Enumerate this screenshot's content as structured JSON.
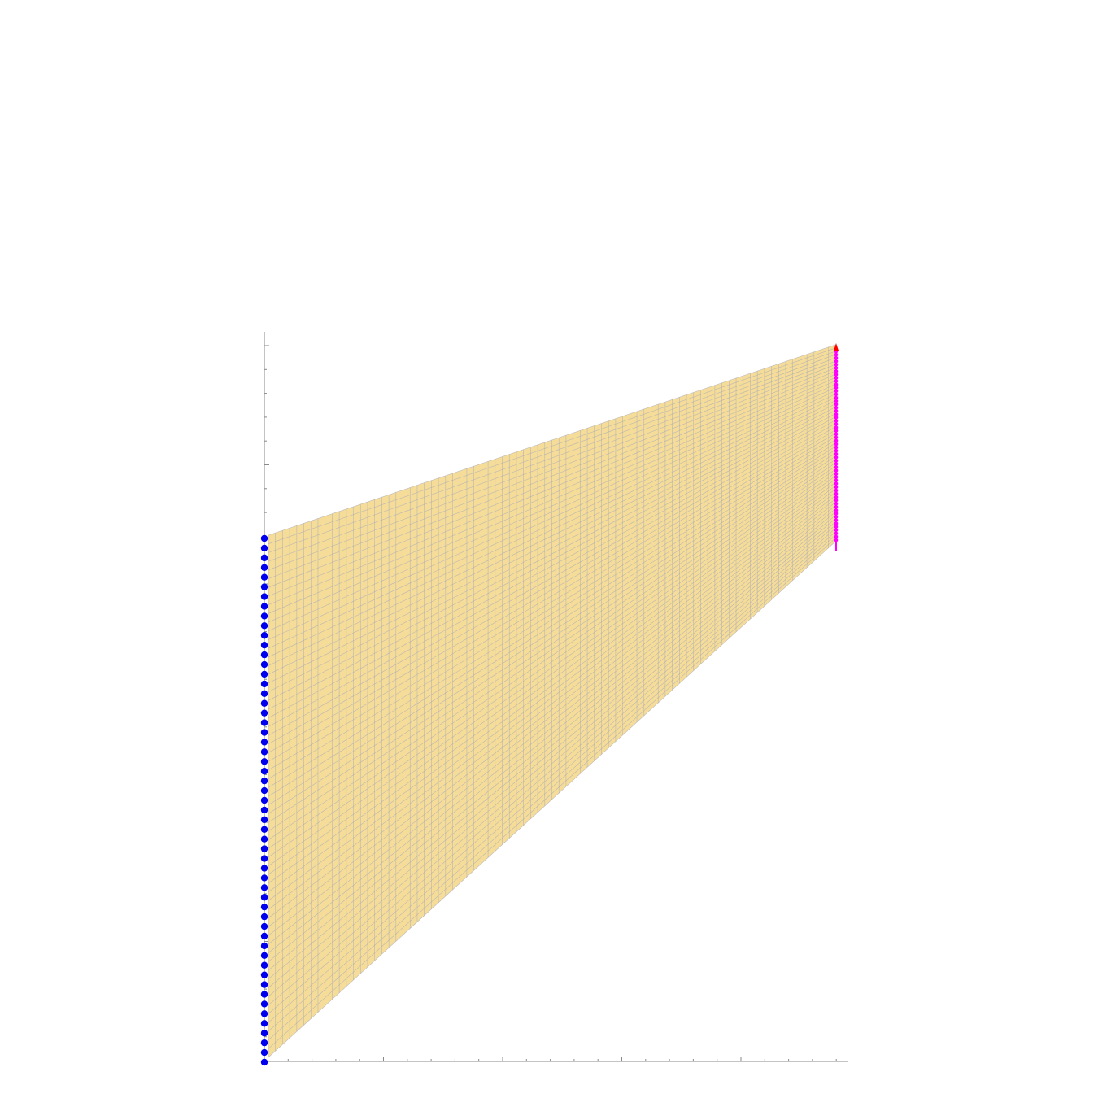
{
  "colors": {
    "background": "#ffffff",
    "sheet_fill": "#f5dd99",
    "mesh": "#a8a8b8",
    "axis": "#8a8a8a",
    "left_markers": "#0000ee",
    "right_markers": "#ff00ff",
    "right_tip": "#ff0000"
  },
  "mesh": {
    "columns": 80,
    "rows": 60
  },
  "markers": {
    "left_count": 55,
    "right_count": 58
  }
}
